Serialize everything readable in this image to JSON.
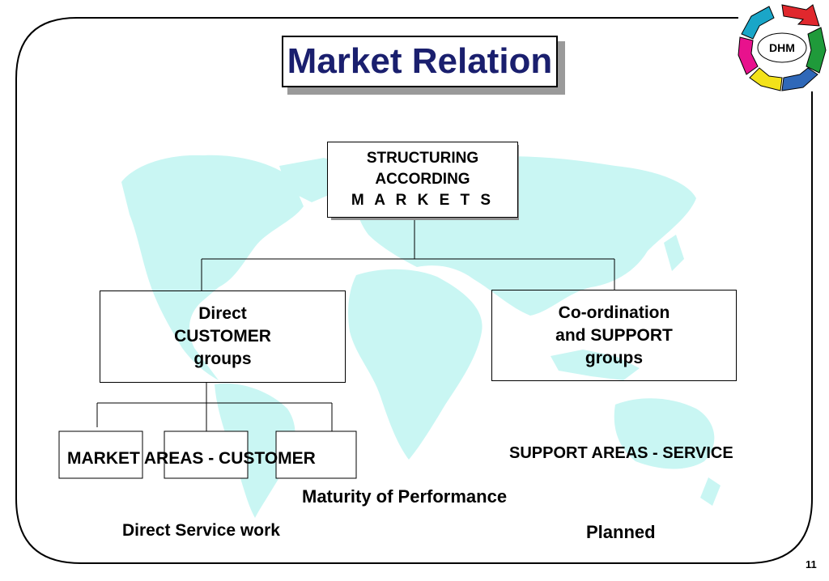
{
  "title": "Market Relation",
  "root": {
    "line1": "STRUCTURING",
    "line2": "ACCORDING",
    "line3": "M A R K E T S"
  },
  "left_group": {
    "line1": "Direct",
    "line2": "CUSTOMER",
    "line3": "groups"
  },
  "right_group": {
    "line1": "Co-ordination",
    "line2": "and SUPPORT",
    "line3": "groups"
  },
  "market_areas": "MARKET AREAS - CUSTOMER",
  "support_areas": "SUPPORT AREAS - SERVICE",
  "maturity": "Maturity of Performance",
  "direct_service": "Direct Service work",
  "planned": "Planned",
  "page_number": "11",
  "logo": {
    "text": "DHM",
    "arrow_colors": [
      "#e0282d",
      "#1f9a3a",
      "#2f68b8",
      "#f3e21a",
      "#e8128d",
      "#1aa6c8"
    ]
  },
  "colors": {
    "title_text": "#1a1f6e",
    "map": "#c9f6f3",
    "frame": "#000000"
  }
}
